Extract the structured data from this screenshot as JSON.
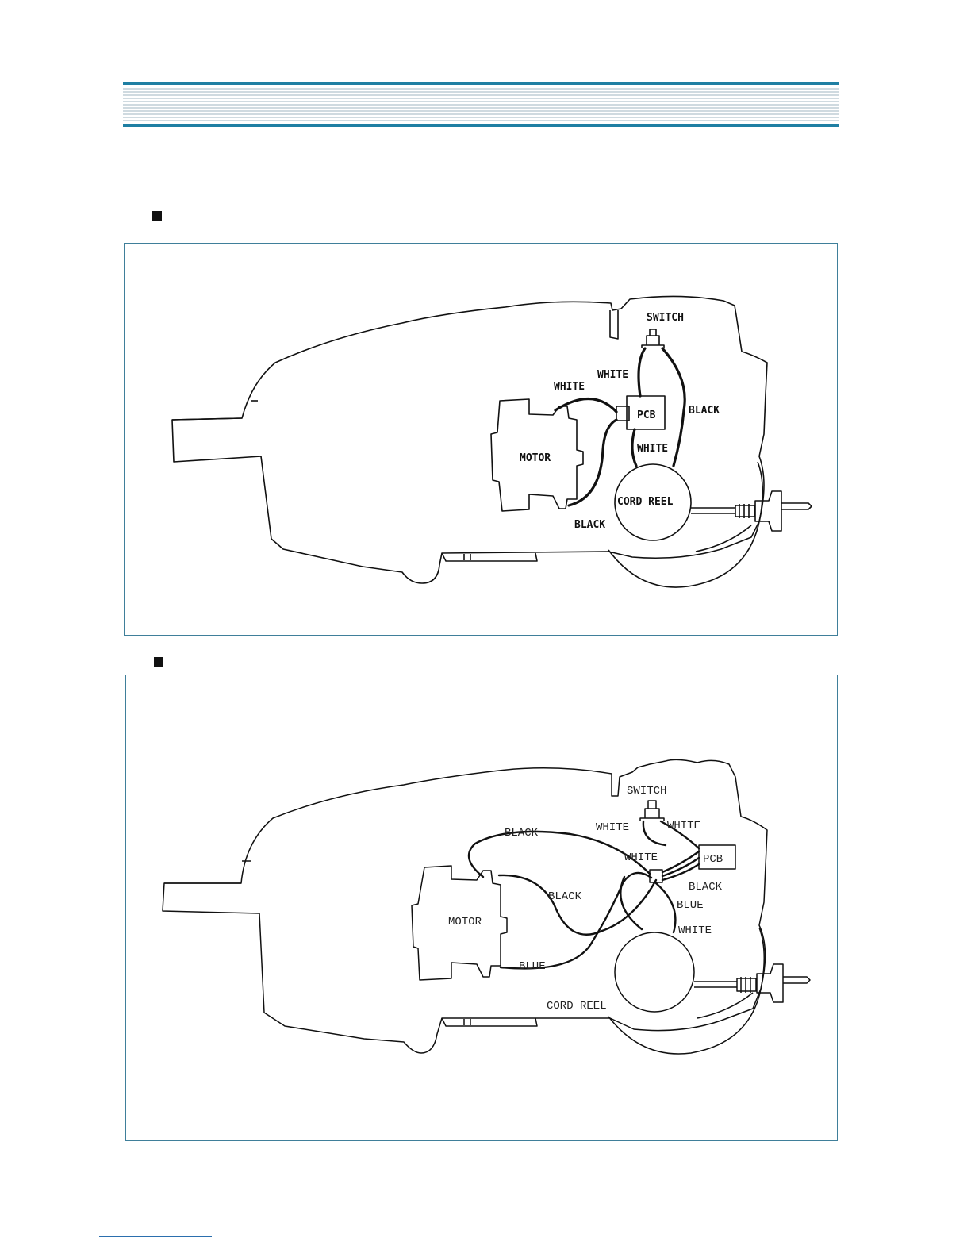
{
  "header": {
    "bar_color": "#1f7fa3",
    "line_color": "#9fb4c2"
  },
  "sections": [
    {
      "bullet_icon": "square-bullet-icon",
      "labels": {
        "switch": "SWITCH",
        "white_top": "WHITE",
        "white_left": "WHITE",
        "pcb": "PCB",
        "black_right": "BLACK",
        "white_mid": "WHITE",
        "motor": "MOTOR",
        "cord_reel": "CORD REEL",
        "black_bottom": "BLACK"
      }
    },
    {
      "bullet_icon": "square-bullet-icon",
      "labels": {
        "switch": "SWITCH",
        "white_sw_left": "WHITE",
        "white_sw_right": "WHITE",
        "black_top": "BLACK",
        "white_pcb": "WHITE",
        "pcb": "PCB",
        "black_pcb": "BLACK",
        "black_mid": "BLACK",
        "blue_pcb": "BLUE",
        "motor": "MOTOR",
        "white_reel": "WHITE",
        "blue_bottom": "BLUE",
        "cord_reel": "CORD REEL"
      }
    }
  ],
  "colors": {
    "panel_border": "#3f7f9a",
    "footer_rule": "#2b6fae"
  }
}
